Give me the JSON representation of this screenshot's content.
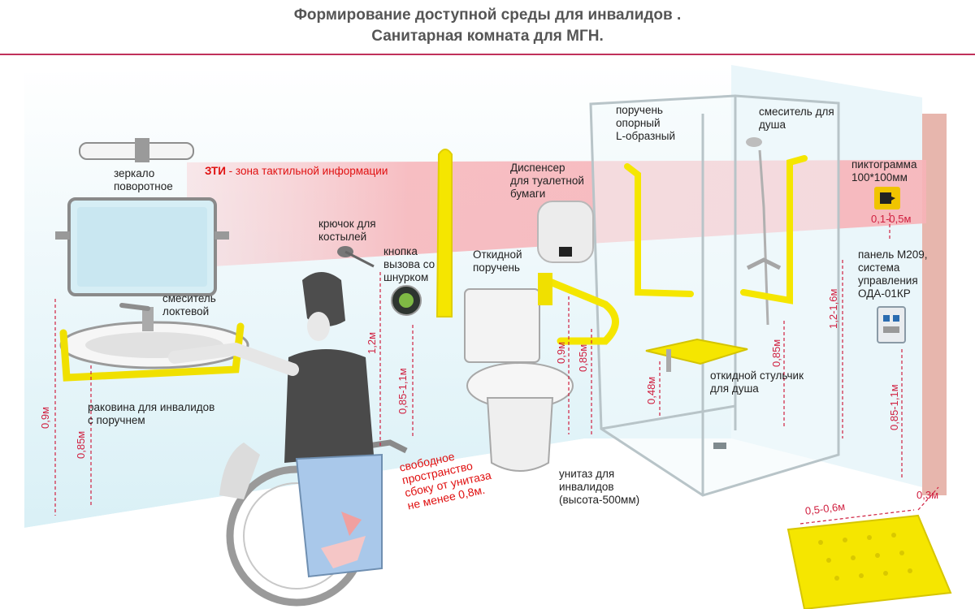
{
  "title": {
    "line1": "Формирование доступной среды для инвалидов .",
    "line2": "Санитарная комната для МГН."
  },
  "zti": {
    "abbr": "ЗТИ",
    "rest": " - зона тактильной информации"
  },
  "labels": {
    "mirror": [
      "зеркало",
      "поворотное"
    ],
    "hook": [
      "крючок для",
      "костылей"
    ],
    "call_button": [
      "кнопка",
      "вызова со",
      "шнурком"
    ],
    "dispenser": [
      "Диспенсер",
      "для туалетной",
      "бумаги"
    ],
    "folding_rail": [
      "Откидной",
      "поручень"
    ],
    "l_rail": [
      "поручень",
      "опорный",
      "L-образный"
    ],
    "shower_mixer": [
      "смеситель для",
      "душа"
    ],
    "pictogram": [
      "пиктограмма",
      "100*100мм"
    ],
    "panel": [
      "панель М209,",
      "система",
      "управления",
      "ОДА-01КР"
    ],
    "elbow_mixer": [
      "смеситель",
      "локтевой"
    ],
    "sink": [
      "раковина для инвалидов",
      "с поручнем"
    ],
    "shower_seat": [
      "откидной стульчик",
      "для душа"
    ],
    "toilet": [
      "унитаз для",
      "инвалидов",
      "(высота-500мм)"
    ],
    "free_space": [
      "свободное",
      "пространство",
      "сбоку от унитаза",
      "не менее 0,8м."
    ]
  },
  "dims": {
    "sink_09": "0,9м",
    "sink_085": "0,85м",
    "button_12": "1,2м",
    "button_085_11": "0,85-1,1м",
    "toilet_09": "0,9м",
    "toilet_085": "0,85м",
    "seat_048": "0,48м",
    "shower_085": "0,85м",
    "rail_12_16": "1,2-1,6м",
    "panel_085_11": "0,85-1,1м",
    "pict_01_05": "0,1-0,5м",
    "tactile_05_06": "0,5-0,6м",
    "tactile_03": "0,3м"
  },
  "colors": {
    "accent_red": "#e01010",
    "dim_color": "#d02040",
    "rail_yellow": "#f5e600",
    "zone_red": "#f7b3b8",
    "wall_blue": "#dff2f8"
  }
}
